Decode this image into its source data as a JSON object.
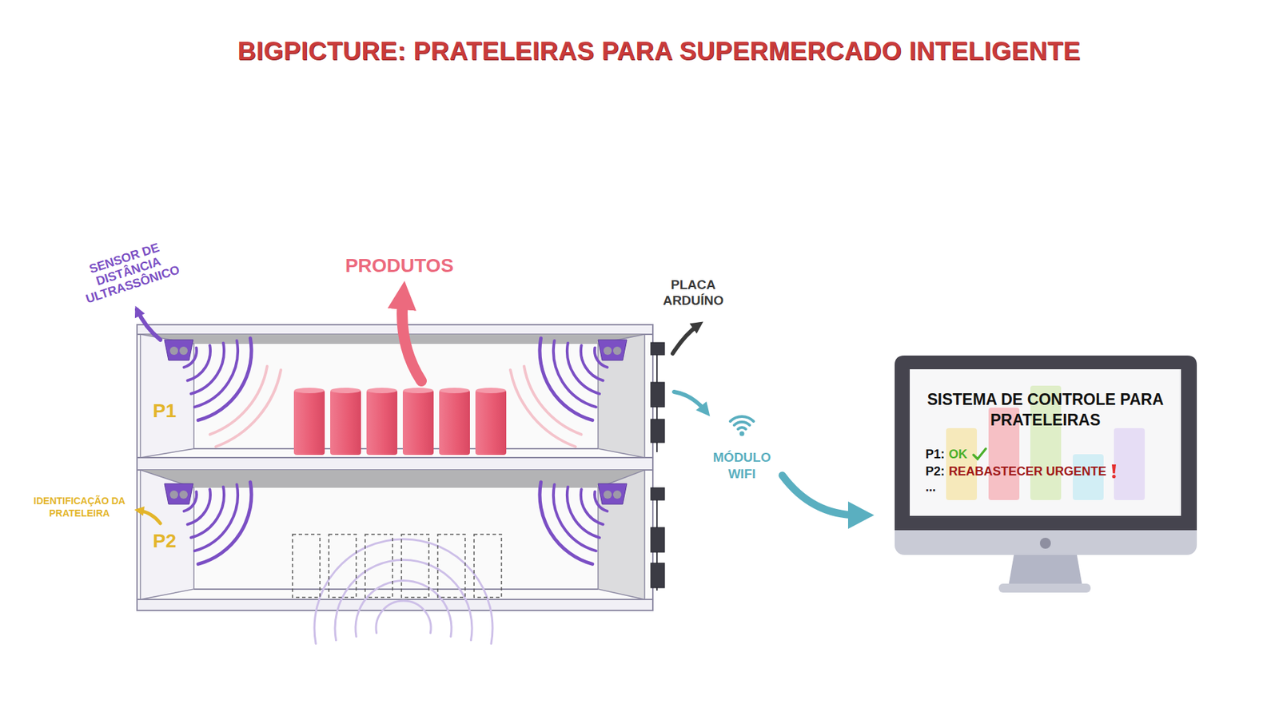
{
  "diagram": {
    "title": "BIGPICTURE: PRATELEIRAS PARA SUPERMERCADO INTELIGENTE",
    "nodes": [
      {
        "text": [
          "P1"
        ]
      },
      {
        "text": [
          "P2"
        ]
      },
      {
        "text": [
          "SISTEMA DE CONTROLE PARA PRATELEIRAS",
          "P1:",
          "OK",
          "P2:",
          "REABASTECER URGENTE",
          "..."
        ]
      }
    ],
    "labels": [
      "SENSOR DE DISTÂNCIA ULTRASSÔNICO",
      "PRODUTOS",
      "PLACA ARDUÍNO",
      "IDENTIFICAÇÃO DA PRATELEIRA",
      "MÓDULO WIFI"
    ]
  }
}
